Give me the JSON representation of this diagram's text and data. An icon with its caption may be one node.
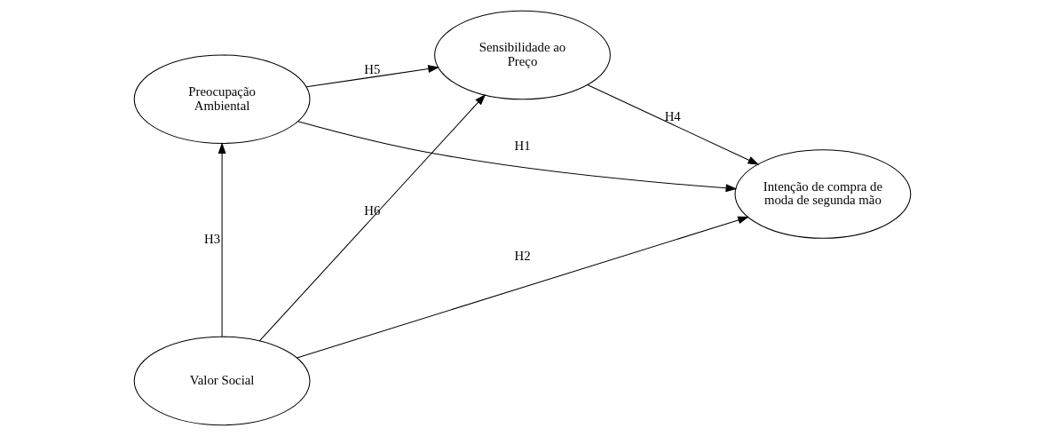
{
  "diagram": {
    "nodes": [
      {
        "text": [
          "Preocupação Ambiental"
        ]
      },
      {
        "text": [
          "Sensibilidade ao Preço"
        ]
      },
      {
        "text": [
          "Intenção de compra de moda de segunda mão"
        ]
      },
      {
        "text": [
          "Valor Social"
        ]
      }
    ],
    "edges": [
      {
        "from": 0,
        "to": 2,
        "arrow": "to",
        "label": "H1"
      },
      {
        "from": 3,
        "to": 2,
        "arrow": "to",
        "label": "H2"
      },
      {
        "from": 3,
        "to": 0,
        "arrow": "to",
        "label": "H3"
      },
      {
        "from": 1,
        "to": 2,
        "arrow": "to",
        "label": "H4"
      },
      {
        "from": 0,
        "to": 1,
        "arrow": "to",
        "label": "H5"
      },
      {
        "from": 3,
        "to": 1,
        "arrow": "to",
        "label": "H6"
      }
    ]
  }
}
